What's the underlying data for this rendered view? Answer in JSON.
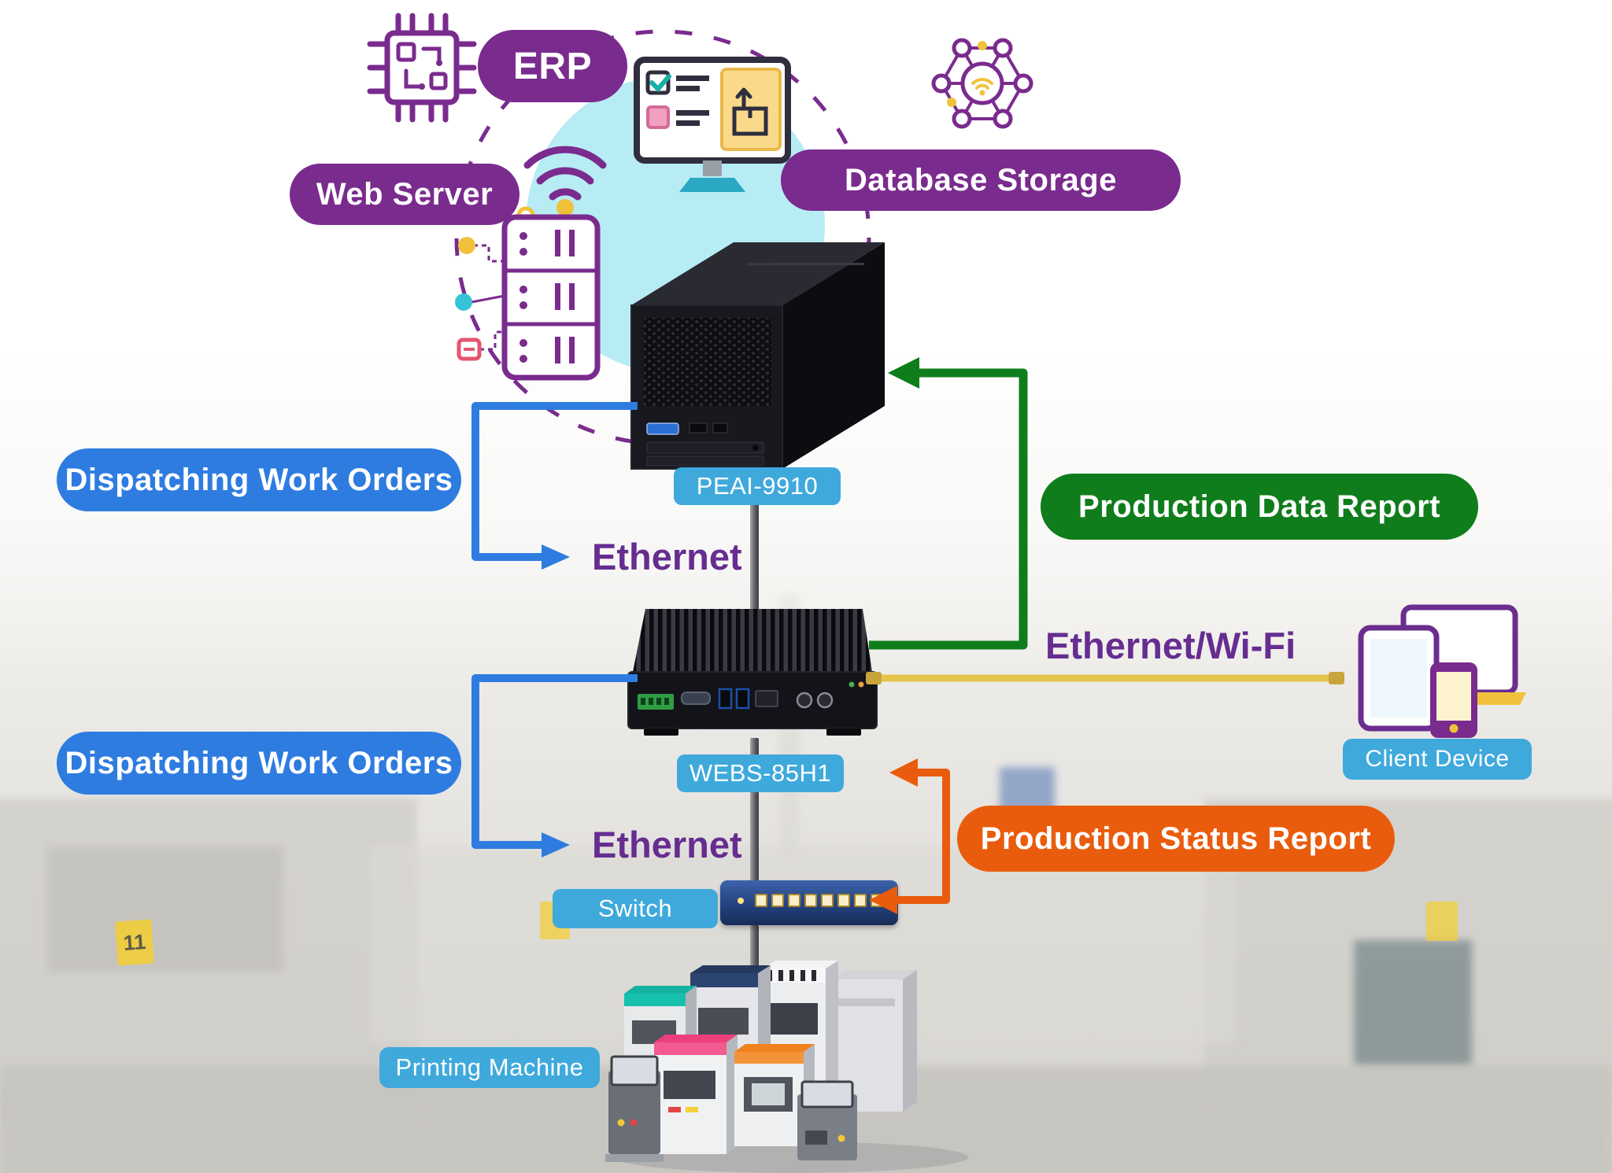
{
  "cloud": {
    "erp": "ERP",
    "web_server": "Web Server",
    "database_storage": "Database Storage"
  },
  "nodes": {
    "server": "PEAI-9910",
    "gateway": "WEBS-85H1",
    "switch": "Switch",
    "client": "Client Device",
    "printer": "Printing Machine"
  },
  "flows": {
    "dispatch_top": "Dispatching Work Orders",
    "dispatch_bottom": "Dispatching Work Orders",
    "ethernet_top": "Ethernet",
    "ethernet_bottom": "Ethernet",
    "ethernet_wifi": "Ethernet/Wi-Fi",
    "production_data": "Production Data Report",
    "production_status": "Production Status Report"
  },
  "background": {
    "lane_tag": "11"
  },
  "icons": {
    "chip": "circuit-chip",
    "monitor": "monitor-checklist",
    "network": "iot-network-wifi",
    "wifi": "wifi-signal",
    "server_rack": "web-server-rack",
    "tower": "tower-server-peai-9910",
    "embedded_pc": "fanless-embedded-pc-webs-85h1",
    "switch": "ethernet-switch",
    "client_devices": "laptop-tablet-phone",
    "printers": "printing-machines"
  },
  "colors": {
    "purple_pill": "#7a2b8e",
    "blue_pill": "#2e7ce0",
    "light_blue_pill": "#3fa9dc",
    "green_pill": "#0f7d1b",
    "orange_pill": "#ea5c0d",
    "purple_text": "#662d91",
    "yellow_line": "#e5c44c",
    "cloud_cyan": "#b7ecf5"
  }
}
